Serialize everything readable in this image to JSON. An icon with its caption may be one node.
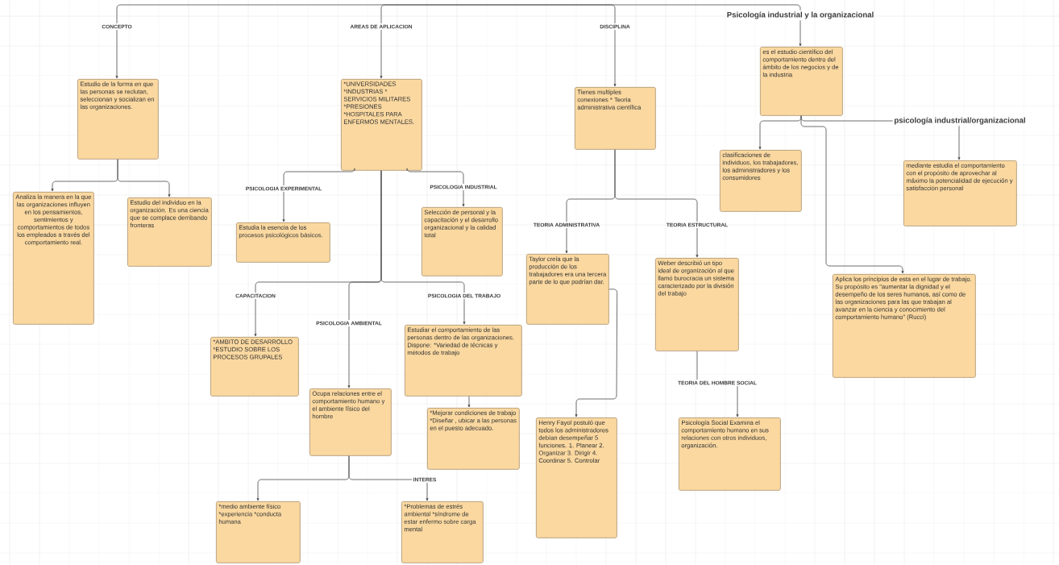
{
  "diagram": {
    "nodes": [
      {
        "text": [
          "CONCEPTO"
        ]
      },
      {
        "text": [
          "AREAS DE APLICACION"
        ]
      },
      {
        "text": [
          "DISCIPLINA"
        ]
      },
      {
        "text": [
          "Psicología industrial y la organizacional"
        ]
      },
      {
        "text": [
          "Estudio de la forma en que las personas se reclutan, seleccionan y socializan en las organizaciones."
        ]
      },
      {
        "text": [
          "*UNIVERSIDADES *INDUSTRIAS * SERVICIOS MILITARES *PRESIONES *HOSPITALES PARA ENFERMOS MENTALES."
        ]
      },
      {
        "text": [
          "Tienes multiples conexiones * Teoria administrativa científica"
        ]
      },
      {
        "text": [
          "es el estudio científico del comportamiento dentro del ámbito de los negocios y de la industria"
        ]
      },
      {
        "text": [
          "Analiza la manera en la que las organizaciones influyen en los pensamientos, sentimientos y comportamientos de todos los empleados a través del comportamiento real."
        ]
      },
      {
        "text": [
          "Estudio del individuo en la organización. Es una ciencia que se complace derribando fronteras"
        ]
      },
      {
        "text": [
          "PSICOLOGIA EXPERIMENTAL"
        ]
      },
      {
        "text": [
          "PSICOLOGIA INDUSTRIAL"
        ]
      },
      {
        "text": [
          "Estudia la esencia de los procesos psicológicos básicos."
        ]
      },
      {
        "text": [
          "Selección de personal y la capacitación y el desarrollo organizacional y la calidad total"
        ]
      },
      {
        "text": [
          "TEORIA ADMINISTRATIVA"
        ]
      },
      {
        "text": [
          "TEORIA ESTRUCTURAL"
        ]
      },
      {
        "text": [
          "Taylor creía que la producción de los trabajadores era una tercera parte de lo que podrían dar."
        ]
      },
      {
        "text": [
          "Weber describió un tipo ideal de organización al que llamó burocracia un sistema caracterizado por la división del trabajo"
        ]
      },
      {
        "text": [
          "clasificaciones de individuos, los trabajadores, los administradores y los consumidores"
        ]
      },
      {
        "text": [
          "psicología industrial/organizacional"
        ]
      },
      {
        "text": [
          "mediante estudia el comportamiento con el propósito de aprovechar al máximo la potencialidad de ejecución y satisfacción personal"
        ]
      },
      {
        "text": [
          "Aplica los principios de esta en el lugar de trabajo. Su propósito es \"aumentar la dignidad y el desempeño de los seres humanos, así como de las organizaciones para las que trabajan al avanzar en la ciencia y conocimiento del comportamiento humano\" (Rucci)"
        ]
      },
      {
        "text": [
          "CAPACITACION"
        ]
      },
      {
        "text": [
          "PSICOLOGIA **AMBIENTAL**"
        ]
      },
      {
        "text": [
          "PSICOLOGIA DEL TRABAJO"
        ]
      },
      {
        "text": [
          "*AMBITO DE DESARROLLO *ESTUDIO SOBRE LOS PROCESOS GRUPALES"
        ]
      },
      {
        "text": [
          "Ocupa relaciones entre el comportamiento humano y el ambiente físico del hombre"
        ]
      },
      {
        "text": [
          "Estudiar el comportamiento de las personas dentro de las organizaciones. Dispone: *Variedad de técnicas y métodos de trabajo"
        ]
      },
      {
        "text": [
          "*Mejorar condiciones de trabajo *Diseñar , ubicar a las personas en el puesto adecuado."
        ]
      },
      {
        "text": [
          "*medio ambiente físico *experiencia *conducta humana"
        ]
      },
      {
        "text": [
          "INTERES"
        ]
      },
      {
        "text": [
          "*Problemas de estrés ambiental *síndrome de estar enfermo sobre carga mental"
        ]
      },
      {
        "text": [
          "Henry Fayol postuló que todos los administradores debían desempeñar 5 funciones. 1. Planear 2. Organizar 3. Dirigir 4. Coordinar 5. Controlar"
        ]
      },
      {
        "text": [
          "TEORIA DEL HOMBRE SOCIAL"
        ]
      },
      {
        "text": [
          "Psicología Social Examina el comportamiento humano en sus relaciones con otros individuos, organización."
        ]
      }
    ],
    "edges": [
      {
        "from": null,
        "to": 0,
        "arrow": "none"
      },
      {
        "from": null,
        "to": 1,
        "arrow": "none"
      },
      {
        "from": null,
        "to": 2,
        "arrow": "none"
      },
      {
        "from": null,
        "to": 3,
        "arrow": "none"
      },
      {
        "from": 0,
        "to": 4,
        "arrow": "to"
      },
      {
        "from": 1,
        "to": 5,
        "arrow": "to"
      },
      {
        "from": 2,
        "to": 6,
        "arrow": "to"
      },
      {
        "from": 3,
        "to": 7,
        "arrow": "to"
      },
      {
        "from": 4,
        "to": 8,
        "arrow": "to"
      },
      {
        "from": 4,
        "to": 9,
        "arrow": "to"
      },
      {
        "from": 5,
        "to": 10,
        "arrow": "none"
      },
      {
        "from": 10,
        "to": 12,
        "arrow": "to"
      },
      {
        "from": 5,
        "to": 11,
        "arrow": "none"
      },
      {
        "from": 11,
        "to": 13,
        "arrow": "to"
      },
      {
        "from": 5,
        "to": 22,
        "arrow": "none"
      },
      {
        "from": 22,
        "to": 25,
        "arrow": "to"
      },
      {
        "from": 5,
        "to": 23,
        "arrow": "none"
      },
      {
        "from": 23,
        "to": 26,
        "arrow": "to"
      },
      {
        "from": 5,
        "to": 24,
        "arrow": "none"
      },
      {
        "from": 24,
        "to": 27,
        "arrow": "to"
      },
      {
        "from": 27,
        "to": 28,
        "arrow": "to"
      },
      {
        "from": 26,
        "to": 29,
        "arrow": "to"
      },
      {
        "from": 26,
        "to": 30,
        "arrow": "none"
      },
      {
        "from": 30,
        "to": 31,
        "arrow": "to"
      },
      {
        "from": 6,
        "to": 14,
        "arrow": "none"
      },
      {
        "from": 6,
        "to": 15,
        "arrow": "none"
      },
      {
        "from": 14,
        "to": 16,
        "arrow": "to"
      },
      {
        "from": 15,
        "to": 17,
        "arrow": "to"
      },
      {
        "from": 16,
        "to": 32,
        "arrow": "to"
      },
      {
        "from": 17,
        "to": 33,
        "arrow": "none"
      },
      {
        "from": 33,
        "to": 34,
        "arrow": "to"
      },
      {
        "from": 7,
        "to": 18,
        "arrow": "to"
      },
      {
        "from": 7,
        "to": 19,
        "arrow": "none"
      },
      {
        "from": 19,
        "to": 20,
        "arrow": "to"
      },
      {
        "from": 7,
        "to": 21,
        "arrow": "to"
      }
    ]
  }
}
